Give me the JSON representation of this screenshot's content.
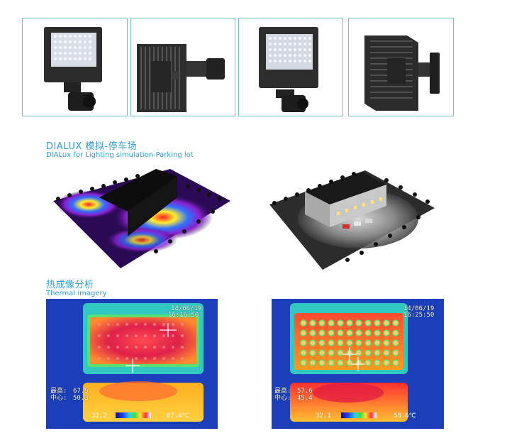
{
  "sections": {
    "simulation": {
      "title_cn": "DIALUX 模拟-停车场",
      "title_en": "DIALux for Lighting simulation-Parking lot"
    },
    "thermal": {
      "title_cn": "热成像分析",
      "title_en": "Thermal imagery"
    }
  },
  "thermal_panels": [
    {
      "date": "14/06/19",
      "time": "16:16:50",
      "max_label": "最高:",
      "max_value": "67.5",
      "center_label": "中心:",
      "center_value": "50.3",
      "scale_min": "32.2",
      "scale_max": "67.4℃"
    },
    {
      "date": "14/06/19",
      "time": "16:25:50",
      "max_label": "最高:",
      "max_value": "57.6",
      "center_label": "中心:",
      "center_value": "45.4",
      "scale_min": "32.1",
      "scale_max": "58.6℃"
    }
  ],
  "colors": {
    "frame_border": "#6ec9bd",
    "heading": "#2f9fd8",
    "thermal_background": "#1a3fb8"
  }
}
